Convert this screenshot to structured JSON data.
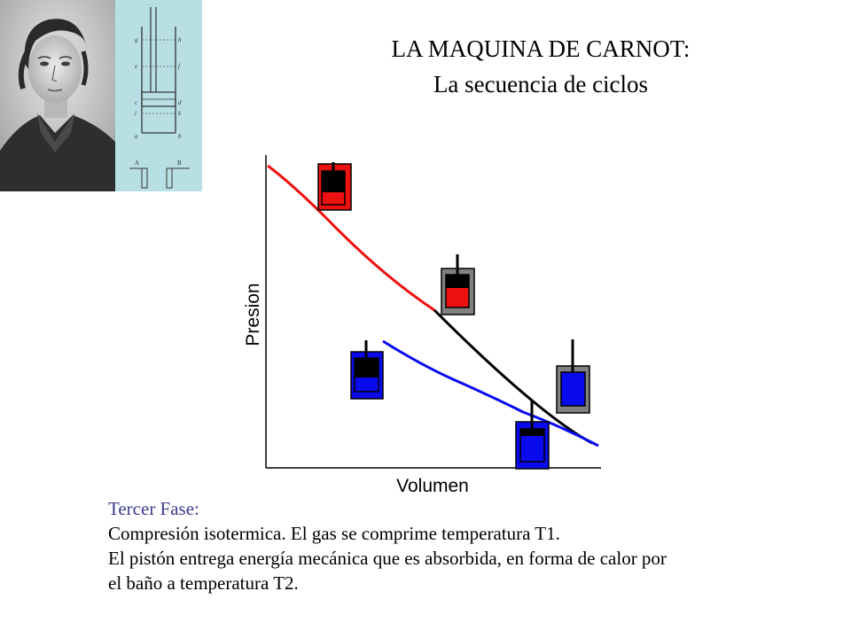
{
  "title": {
    "line1": "LA MAQUINA DE CARNOT:",
    "line2": "La secuencia de ciclos"
  },
  "diagram": {
    "ylabel": "Presion",
    "xlabel": "Volumen"
  },
  "caption": {
    "title": "Tercer Fase:",
    "line1": "Compresión isotermica. El gas se comprime temperatura T1.",
    "line2": "El pistón entrega energía mecánica que es absorbida, en forma de calor por",
    "line3": "el baño a temperatura T2."
  },
  "sketch_labels": {
    "g": "g",
    "h": "h",
    "e": "e",
    "f": "f",
    "c": "c",
    "d": "d",
    "i": "i",
    "k": "k",
    "a": "a",
    "b": "b",
    "A": "A",
    "B": "B"
  },
  "colors": {
    "hot": "#ee1111",
    "cold": "#0a0aee",
    "adiabatic": "#808080",
    "piston": "#000000"
  }
}
